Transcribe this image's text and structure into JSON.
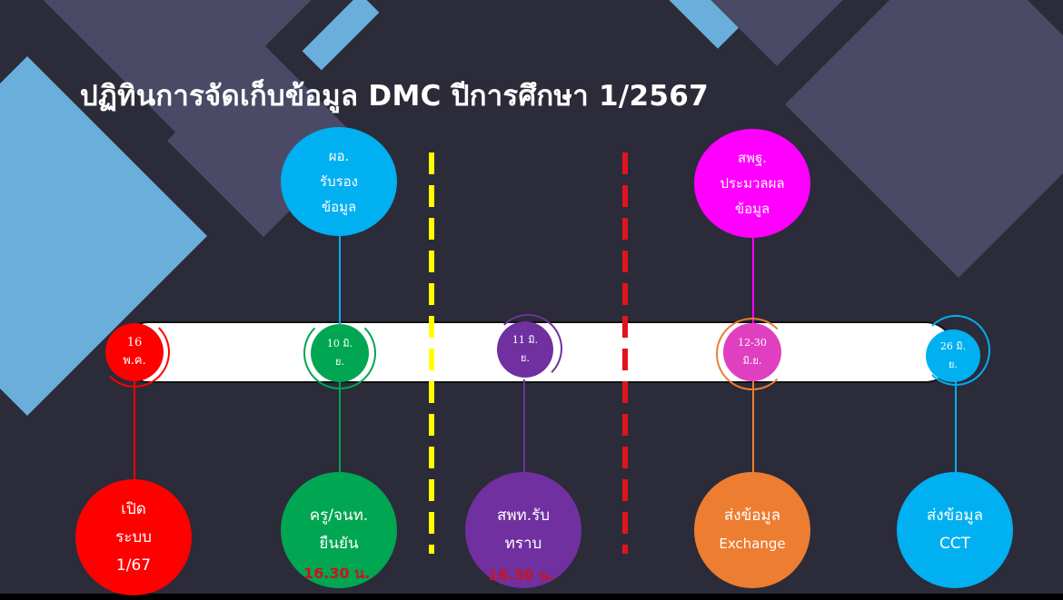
{
  "title": "ปฏิทินการจัดเก็บข้อมูล DMC ปีการศึกษา 1/2567",
  "colors": {
    "background": "#2b2b3a",
    "red": "#ff0000",
    "green": "#00a651",
    "purple": "#7030a0",
    "orange": "#ed7d31",
    "blue": "#00b0f0",
    "magenta": "#ff00ff",
    "time_text": "#c8141e"
  },
  "top_circles": {
    "left": {
      "line1": "ผอ.",
      "line2": "รับรอง",
      "line3": "ข้อมูล"
    },
    "right": {
      "line1": "สพฐ.",
      "line2": "ประมวลผล",
      "line3": "ข้อมูล"
    }
  },
  "dates": [
    {
      "line1": "16",
      "line2": "พ.ค."
    },
    {
      "line1": "10 มิ.",
      "line2": "ย."
    },
    {
      "line1": "11 มิ.",
      "line2": "ย."
    },
    {
      "line1": "12-30",
      "line2": "มิ.ย."
    },
    {
      "line1": "26 มิ.",
      "line2": "ย."
    }
  ],
  "bottom_circles": [
    {
      "line1": "เปิด",
      "line2": "ระบบ",
      "line3": "1/67"
    },
    {
      "line1": "ครู/จนท.",
      "line2": "ยืนยัน",
      "time": "16.30 น."
    },
    {
      "line1": "สพท.รับ",
      "line2": "ทราบ",
      "time": "16.30 น."
    },
    {
      "line1": "ส่งข้อมูล",
      "line2": "Exchange"
    },
    {
      "line1": "ส่งข้อมูล",
      "line2": "CCT"
    }
  ]
}
